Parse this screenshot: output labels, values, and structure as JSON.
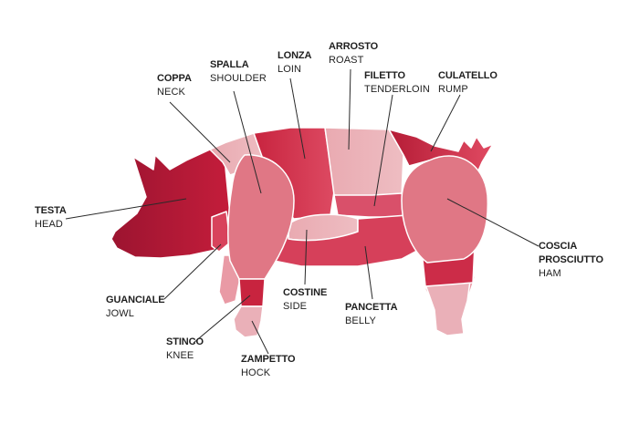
{
  "labels": {
    "testa": {
      "it": "TESTA",
      "en": "HEAD"
    },
    "coppa": {
      "it": "COPPA",
      "en": "NECK"
    },
    "spalla": {
      "it": "SPALLA",
      "en": "SHOULDER"
    },
    "lonza": {
      "it": "LONZA",
      "en": "LOIN"
    },
    "arrosto": {
      "it": "ARROSTO",
      "en": "ROAST"
    },
    "filetto": {
      "it": "FILETTO",
      "en": "TENDERLOIN"
    },
    "culatello": {
      "it": "CULATELLO",
      "en": "RUMP"
    },
    "coscia": {
      "it": "COSCIA",
      "it2": "PROSCIUTTO",
      "en": "HAM"
    },
    "guanciale": {
      "it": "GUANCIALE",
      "en": "JOWL"
    },
    "costine": {
      "it": "COSTINE",
      "en": "SIDE"
    },
    "pancetta": {
      "it": "PANCETTA",
      "en": "BELLY"
    },
    "stinco": {
      "it": "STINCO",
      "en": "KNEE"
    },
    "zampetto": {
      "it": "ZAMPETTO",
      "en": "HOCK"
    }
  },
  "colors": {
    "dark_red": "#a8142e",
    "red": "#d23a55",
    "mid_pink": "#e07785",
    "light_pink": "#ecb4ba",
    "outline": "#ffffff",
    "leader": "#2a2a2a",
    "text": "#1f1f1f"
  }
}
